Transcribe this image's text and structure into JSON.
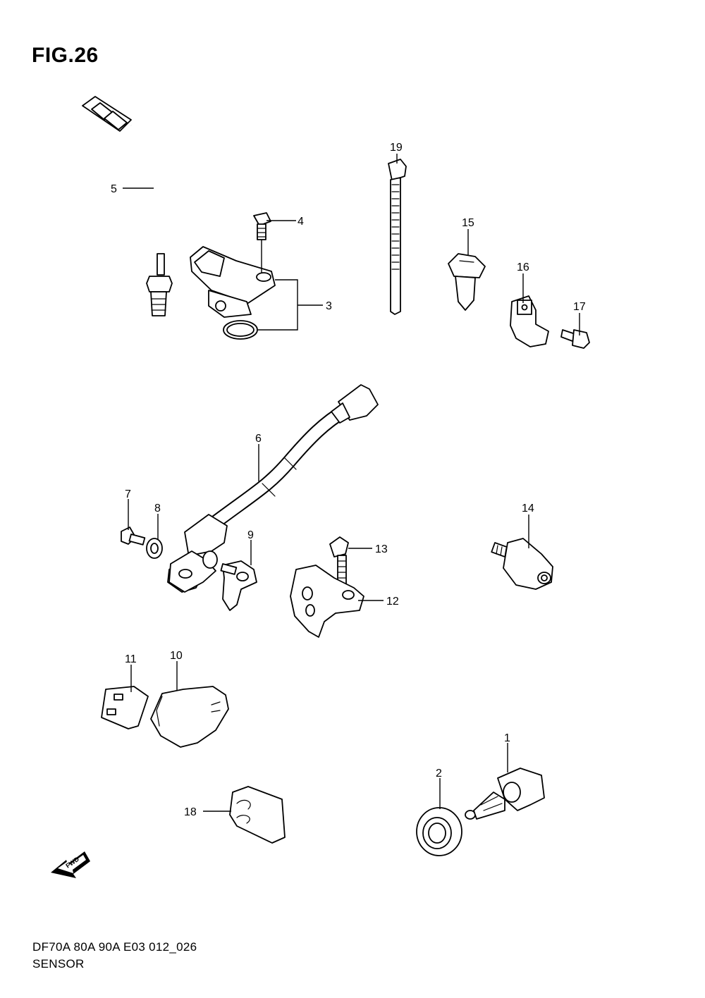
{
  "figure": {
    "title": "FIG.26"
  },
  "footer": {
    "model": "DF70A 80A 90A E03 012_026",
    "section": "SENSOR"
  },
  "fwd_label": "FWD",
  "callouts": [
    "1",
    "2",
    "3",
    "4",
    "5",
    "6",
    "7",
    "8",
    "9",
    "10",
    "11",
    "12",
    "13",
    "14",
    "15",
    "16",
    "17",
    "18",
    "19"
  ]
}
